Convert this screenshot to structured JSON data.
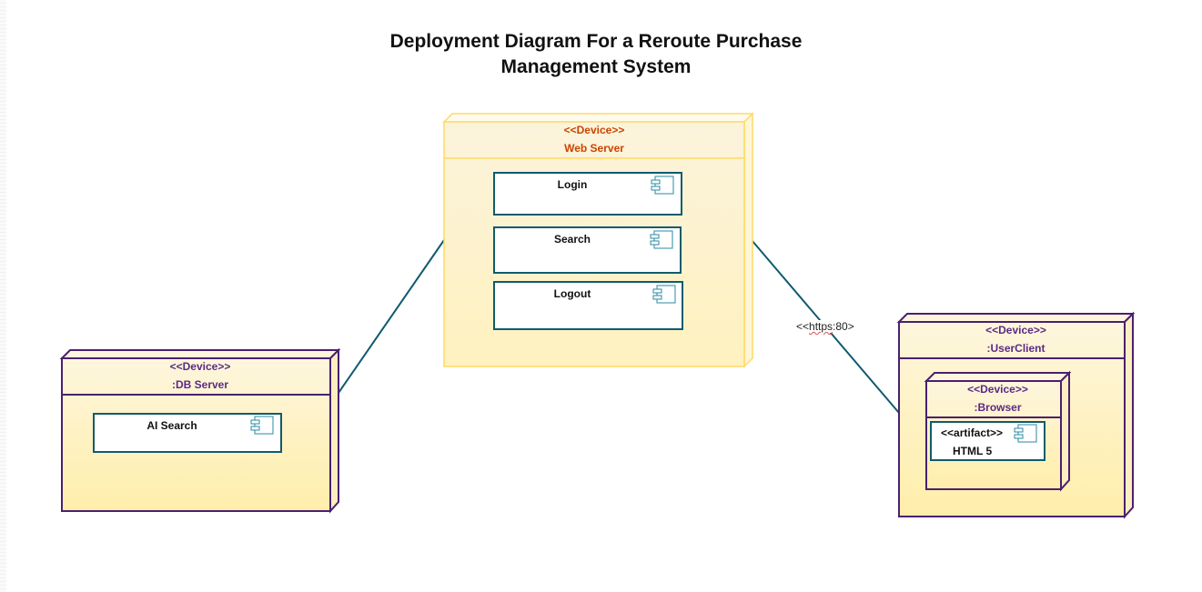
{
  "title": {
    "line1": "Deployment Diagram For a Reroute Purchase",
    "line2": "Management System"
  },
  "nodes": {
    "web_server": {
      "stereotype": "<<Device>>",
      "name": "Web Server",
      "components": [
        "Login",
        "Search",
        "Logout"
      ]
    },
    "db_server": {
      "stereotype": "<<Device>>",
      "name": ":DB Server",
      "components": [
        "AI Search"
      ]
    },
    "user_client": {
      "stereotype": "<<Device>>",
      "name": ":UserClient",
      "browser": {
        "stereotype": "<<Device>>",
        "name": ":Browser",
        "artifact": {
          "stereotype": "<<artifact>>",
          "name": "HTML 5"
        }
      }
    }
  },
  "connections": {
    "web_to_client": {
      "prefix": "<<",
      "protocol": "https",
      "suffix": ":80>"
    }
  },
  "colors": {
    "web_server_border": "#ffd966",
    "web_server_text": "#cc4400",
    "device_border": "#4b1f6f",
    "device_text": "#5b2a86",
    "component_border": "#0f5b6e",
    "node_fill_top": "#fdf6dd",
    "node_fill_bottom": "#ffeeaa",
    "connector": "#0f5b6e"
  },
  "icons": {
    "component": "component-icon"
  }
}
